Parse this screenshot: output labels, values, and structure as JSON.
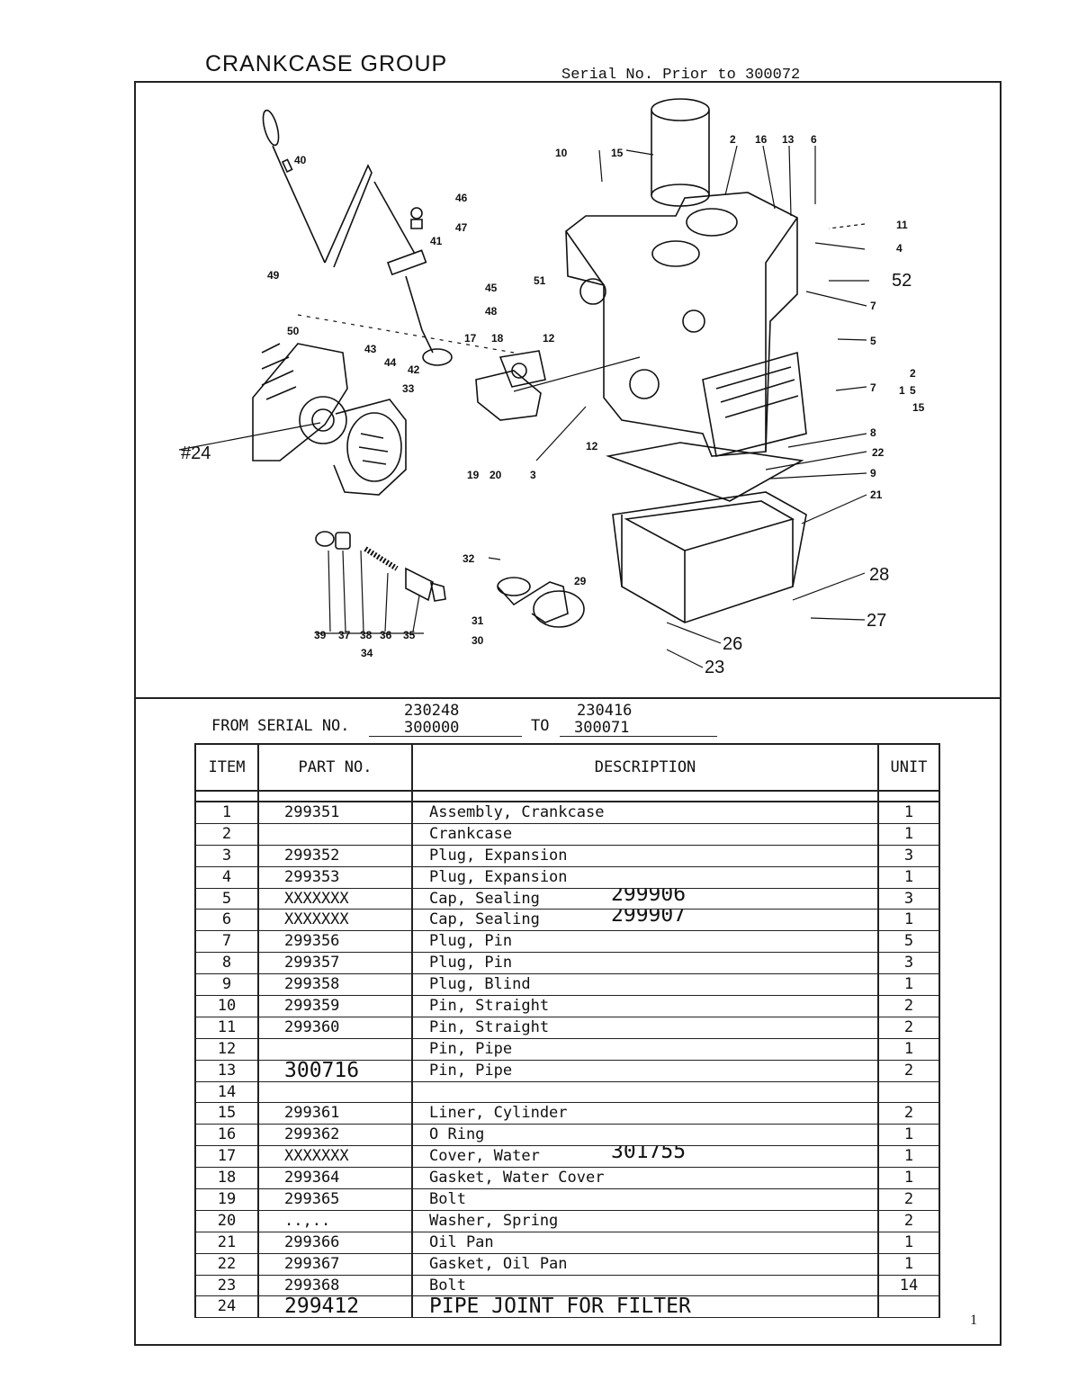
{
  "header": {
    "title": "CRANKCASE GROUP",
    "serial_note": "Serial No. Prior to 300072"
  },
  "diagram": {
    "callouts": [
      "40",
      "46",
      "47",
      "41",
      "45",
      "51",
      "48",
      "49",
      "50",
      "43",
      "44",
      "42",
      "17",
      "18",
      "12",
      "33",
      "#24",
      "19",
      "20",
      "3",
      "10",
      "15",
      "2",
      "16",
      "13",
      "6",
      "11",
      "4",
      "52",
      "7",
      "5",
      "7",
      "8",
      "22",
      "9",
      "12",
      "21",
      "32",
      "29",
      "31",
      "30",
      "28",
      "27",
      "26",
      "23",
      "39",
      "37",
      "38",
      "36",
      "35",
      "34",
      "2",
      "1",
      "5",
      "15"
    ]
  },
  "serial_range": {
    "from_label": "FROM SERIAL NO.",
    "from_values": [
      "230248",
      "300000"
    ],
    "to_label": "TO",
    "to_values": [
      "230416",
      "300071"
    ]
  },
  "table": {
    "headers": {
      "item": "ITEM",
      "part_no": "PART NO.",
      "description": "DESCRIPTION",
      "unit": "UNIT"
    },
    "rows": [
      {
        "item": "1",
        "part_no": "299351",
        "description": "Assembly, Crankcase",
        "unit": "1",
        "note": ""
      },
      {
        "item": "2",
        "part_no": "",
        "description": "Crankcase",
        "unit": "1",
        "note": ""
      },
      {
        "item": "3",
        "part_no": "299352",
        "description": "Plug, Expansion",
        "unit": "3",
        "note": ""
      },
      {
        "item": "4",
        "part_no": "299353",
        "description": "Plug, Expansion",
        "unit": "1",
        "note": ""
      },
      {
        "item": "5",
        "part_no": "XXXXXXX",
        "description": "Cap, Sealing",
        "unit": "3",
        "note": "299906"
      },
      {
        "item": "6",
        "part_no": "XXXXXXX",
        "description": "Cap, Sealing",
        "unit": "1",
        "note": "299907"
      },
      {
        "item": "7",
        "part_no": "299356",
        "description": "Plug, Pin",
        "unit": "5",
        "note": ""
      },
      {
        "item": "8",
        "part_no": "299357",
        "description": "Plug, Pin",
        "unit": "3",
        "note": ""
      },
      {
        "item": "9",
        "part_no": "299358",
        "description": "Plug, Blind",
        "unit": "1",
        "note": ""
      },
      {
        "item": "10",
        "part_no": "299359",
        "description": "Pin, Straight",
        "unit": "2",
        "note": ""
      },
      {
        "item": "11",
        "part_no": "299360",
        "description": "Pin, Straight",
        "unit": "2",
        "note": ""
      },
      {
        "item": "12",
        "part_no": "",
        "description": "Pin, Pipe",
        "unit": "1",
        "note": ""
      },
      {
        "item": "13",
        "part_no": "300716",
        "description": "Pin, Pipe",
        "unit": "2",
        "note": ""
      },
      {
        "item": "14",
        "part_no": "",
        "description": "",
        "unit": "",
        "note": ""
      },
      {
        "item": "15",
        "part_no": "299361",
        "description": "Liner, Cylinder",
        "unit": "2",
        "note": ""
      },
      {
        "item": "16",
        "part_no": "299362",
        "description": "O Ring",
        "unit": "1",
        "note": ""
      },
      {
        "item": "17",
        "part_no": "XXXXXXX",
        "description": "Cover, Water",
        "unit": "1",
        "note": "301755"
      },
      {
        "item": "18",
        "part_no": "299364",
        "description": "Gasket, Water Cover",
        "unit": "1",
        "note": ""
      },
      {
        "item": "19",
        "part_no": "299365",
        "description": "Bolt",
        "unit": "2",
        "note": ""
      },
      {
        "item": "20",
        "part_no": "..,..",
        "description": "Washer, Spring",
        "unit": "2",
        "note": ""
      },
      {
        "item": "21",
        "part_no": "299366",
        "description": "Oil Pan",
        "unit": "1",
        "note": ""
      },
      {
        "item": "22",
        "part_no": "299367",
        "description": "Gasket, Oil Pan",
        "unit": "1",
        "note": ""
      },
      {
        "item": "23",
        "part_no": "299368",
        "description": "Bolt",
        "unit": "14",
        "note": ""
      },
      {
        "item": "24",
        "part_no": "299412",
        "description": "PIPE JOINT FOR FILTER",
        "unit": "",
        "note": ""
      }
    ]
  },
  "footer": {
    "page_number": "1"
  }
}
